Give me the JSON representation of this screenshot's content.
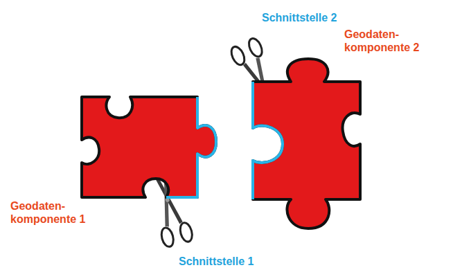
{
  "diagram": {
    "nodes": [
      {
        "text": [
          "Geodaten- komponente 1"
        ]
      },
      {
        "text": [
          "Geodaten- komponente 2"
        ]
      }
    ],
    "labels": [
      "Schnittstelle 2",
      "Schnittstelle 1"
    ]
  }
}
